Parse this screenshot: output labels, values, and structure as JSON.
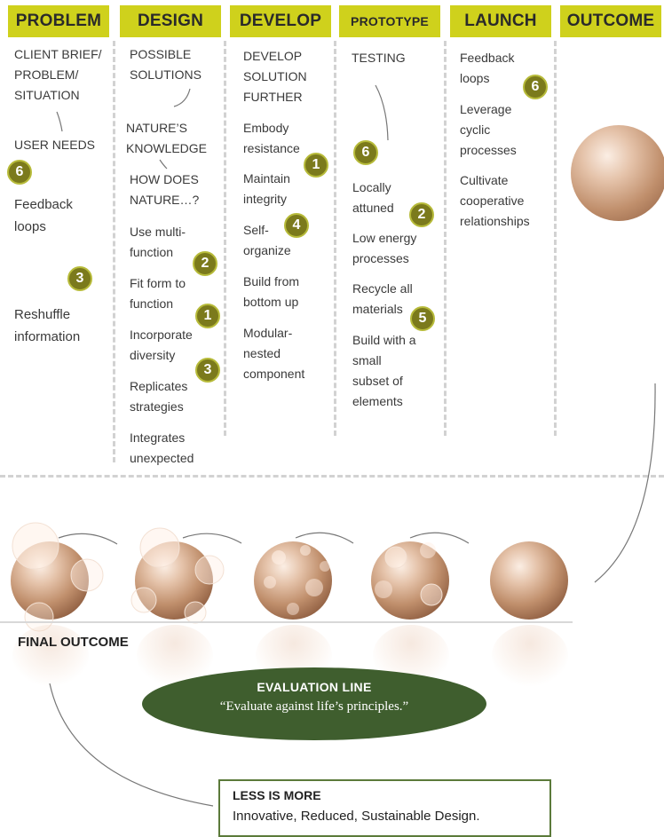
{
  "headers": {
    "problem": "PROBLEM",
    "design": "DESIGN",
    "develop": "DEVELOP",
    "prototype": "PROTOTYPE",
    "launch": "LAUNCH",
    "outcome": "OUTCOME"
  },
  "problem": {
    "brief_1": "CLIENT BRIEF/",
    "brief_2": "PROBLEM/",
    "brief_3": "SITUATION",
    "user_needs": "USER NEEDS",
    "feedback_1": "Feedback",
    "feedback_2": "loops",
    "reshuffle_1": "Reshuffle",
    "reshuffle_2": "information"
  },
  "design": {
    "possible_1": "POSSIBLE",
    "possible_2": "SOLUTIONS",
    "nature_1": "NATURE’S",
    "nature_2": "KNOWLEDGE",
    "how_1": "HOW DOES",
    "how_2": "NATURE…?",
    "multi_1": "Use multi-",
    "multi_2": "function",
    "fit_1": "Fit form to",
    "fit_2": "function",
    "div_1": "Incorporate",
    "div_2": "diversity",
    "rep_1": "Replicates",
    "rep_2": "strategies",
    "int_1": "Integrates",
    "int_2": "unexpected"
  },
  "develop": {
    "dev_1": "DEVELOP",
    "dev_2": "SOLUTION",
    "dev_3": "FURTHER",
    "emb_1": "Embody",
    "emb_2": "resistance",
    "mai_1": "Maintain",
    "mai_2": "integrity",
    "self_1": "Self-",
    "self_2": "organize",
    "build_1": "Build from",
    "build_2": "bottom up",
    "mod_1": "Modular-",
    "mod_2": "nested",
    "mod_3": "component"
  },
  "prototype": {
    "testing": "TESTING",
    "loc_1": "Locally",
    "loc_2": "attuned",
    "low_1": "Low energy",
    "low_2": "processes",
    "rec_1": "Recycle all",
    "rec_2": "materials",
    "bui_1": "Build with a",
    "bui_2": "small",
    "bui_3": "subset of",
    "bui_4": "elements"
  },
  "launch": {
    "fb_1": "Feedback",
    "fb_2": "loops",
    "lev_1": "Leverage",
    "lev_2": "cyclic",
    "lev_3": "processes",
    "cul_1": "Cultivate",
    "cul_2": "cooperative",
    "cul_3": "relationships"
  },
  "badges": {
    "p_six": "6",
    "p_three": "3",
    "d_two": "2",
    "d_one": "1",
    "d_three": "3",
    "v_one": "1",
    "v_four": "4",
    "t_six": "6",
    "t_two": "2",
    "t_five": "5",
    "l_six": "6"
  },
  "bottom": {
    "final_outcome": "FINAL OUTCOME",
    "evaluation_title": "EVALUATION LINE",
    "evaluation_sub": "“Evaluate against life’s principles.”",
    "less_title": "LESS IS MORE",
    "less_sub": "Innovative, Reduced, Sustainable Design."
  },
  "colors": {
    "header": "#cfd11c",
    "badge": "#7b7a1c",
    "evaluation": "#3f5e2e",
    "less_border": "#5b7a3a"
  }
}
